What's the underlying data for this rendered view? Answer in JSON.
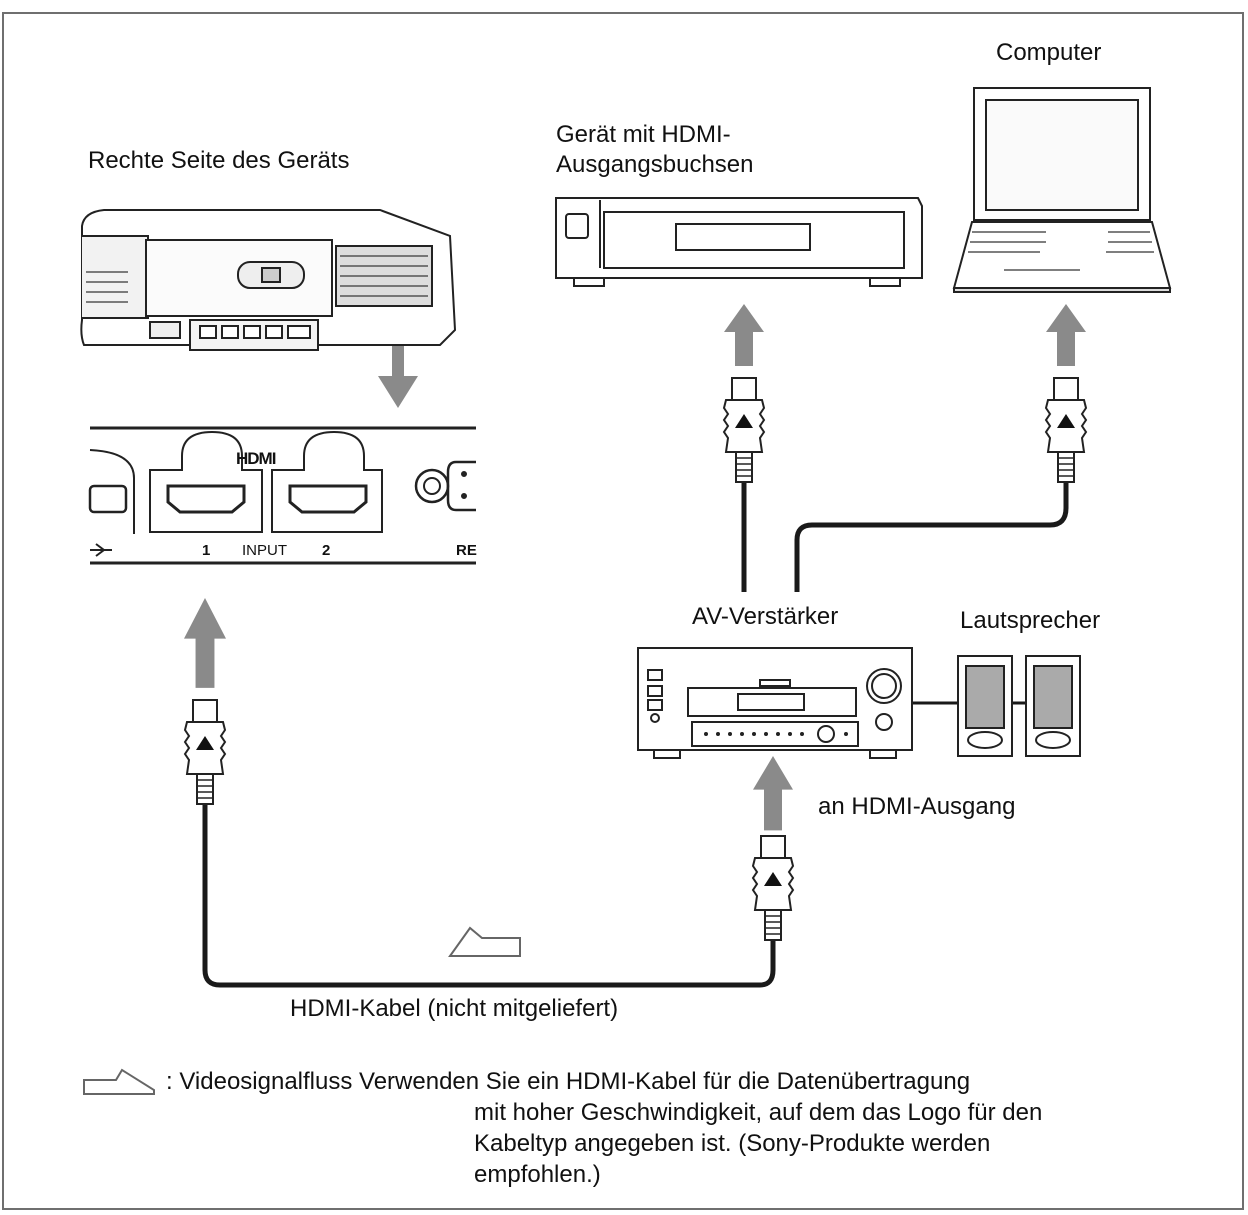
{
  "labels": {
    "projector_side": "Rechte Seite des Geräts",
    "hdmi_device_line1": "Gerät mit HDMI-",
    "hdmi_device_line2": "Ausgangsbuchsen",
    "computer": "Computer",
    "av_amplifier": "AV-Verstärker",
    "speakers": "Lautsprecher",
    "to_hdmi_output": "an HDMI-Ausgang",
    "hdmi_cable": "HDMI-Kabel (nicht mitgeliefert)"
  },
  "panel": {
    "logo": "HDMI",
    "port1": "1",
    "input": "INPUT",
    "port2": "2",
    "rs": "RE"
  },
  "legend": {
    "symbol_text": ": Videosignalfluss",
    "note_line1": "Verwenden Sie ein HDMI-Kabel für die Datenübertragung",
    "note_line2": "mit hoher Geschwindigkeit, auf dem das Logo für den",
    "note_line3": "Kabeltyp angegeben ist. (Sony-Produkte werden",
    "note_line4": "empfohlen.)"
  },
  "colors": {
    "arrow": "#8a8a8a",
    "line": "#1a1a1a",
    "frame": "#6f6f6f"
  }
}
